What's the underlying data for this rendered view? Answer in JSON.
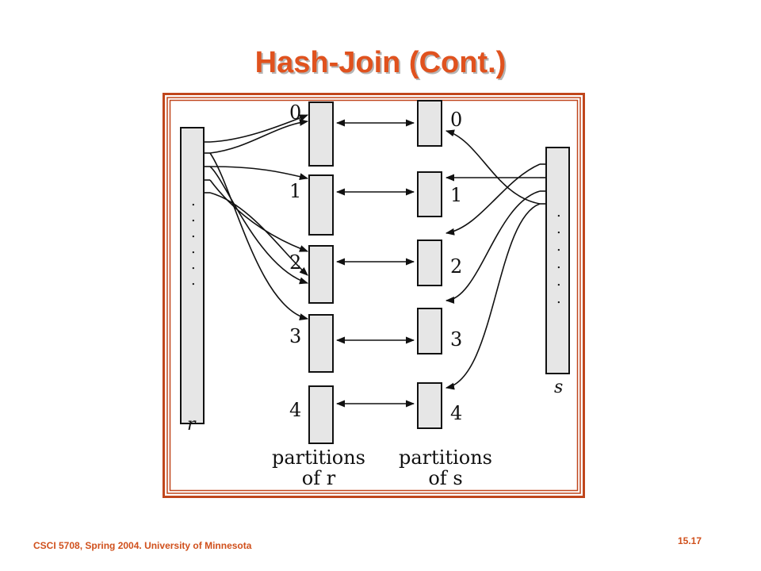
{
  "slide": {
    "title": "Hash-Join (Cont.)",
    "footer_left": "CSCI 5708, Spring 2004. University of Minnesota",
    "footer_right": "15.17"
  },
  "diagram": {
    "relation_r_label": "r",
    "relation_s_label": "s",
    "partitions_r_label_line1": "partitions",
    "partitions_r_label_line2": "of r",
    "partitions_s_label_line1": "partitions",
    "partitions_s_label_line2": "of s",
    "partition_numbers": [
      "0",
      "1",
      "2",
      "3",
      "4"
    ],
    "ellipsis_dot": "."
  },
  "colors": {
    "title": "#e0521e",
    "frame": "#c0461c",
    "box_fill": "#e6e6e6",
    "footer": "#d0501c"
  }
}
